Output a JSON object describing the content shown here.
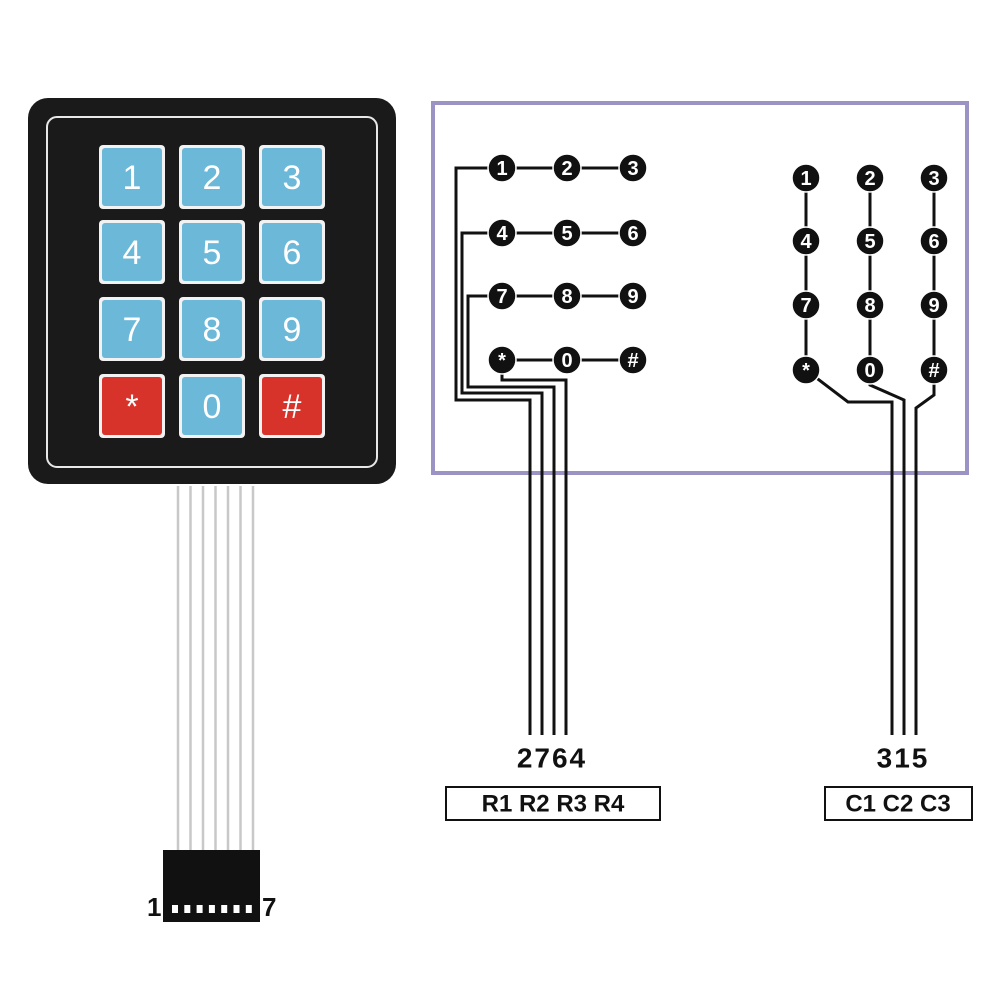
{
  "keypad": {
    "keys": [
      {
        "label": "1",
        "color": "#6cb8d8"
      },
      {
        "label": "2",
        "color": "#6cb8d8"
      },
      {
        "label": "3",
        "color": "#6cb8d8"
      },
      {
        "label": "4",
        "color": "#6cb8d8"
      },
      {
        "label": "5",
        "color": "#6cb8d8"
      },
      {
        "label": "6",
        "color": "#6cb8d8"
      },
      {
        "label": "7",
        "color": "#6cb8d8"
      },
      {
        "label": "8",
        "color": "#6cb8d8"
      },
      {
        "label": "9",
        "color": "#6cb8d8"
      },
      {
        "label": "*",
        "color": "#d8332b"
      },
      {
        "label": "0",
        "color": "#6cb8d8"
      },
      {
        "label": "#",
        "color": "#d8332b"
      }
    ],
    "body_color": "#1a1a1a",
    "connector_pins": {
      "first": "1",
      "last": "7"
    }
  },
  "row_diagram": {
    "nodes": [
      "1",
      "2",
      "3",
      "4",
      "5",
      "6",
      "7",
      "8",
      "9",
      "*",
      "0",
      "#"
    ],
    "pin_numbers": "2764",
    "pin_labels": "R1 R2 R3 R4"
  },
  "col_diagram": {
    "nodes": [
      "1",
      "2",
      "3",
      "4",
      "5",
      "6",
      "7",
      "8",
      "9",
      "*",
      "0",
      "#"
    ],
    "pin_numbers": "315",
    "pin_labels": "C1 C2 C3"
  },
  "frame_color": "#9a93c4"
}
